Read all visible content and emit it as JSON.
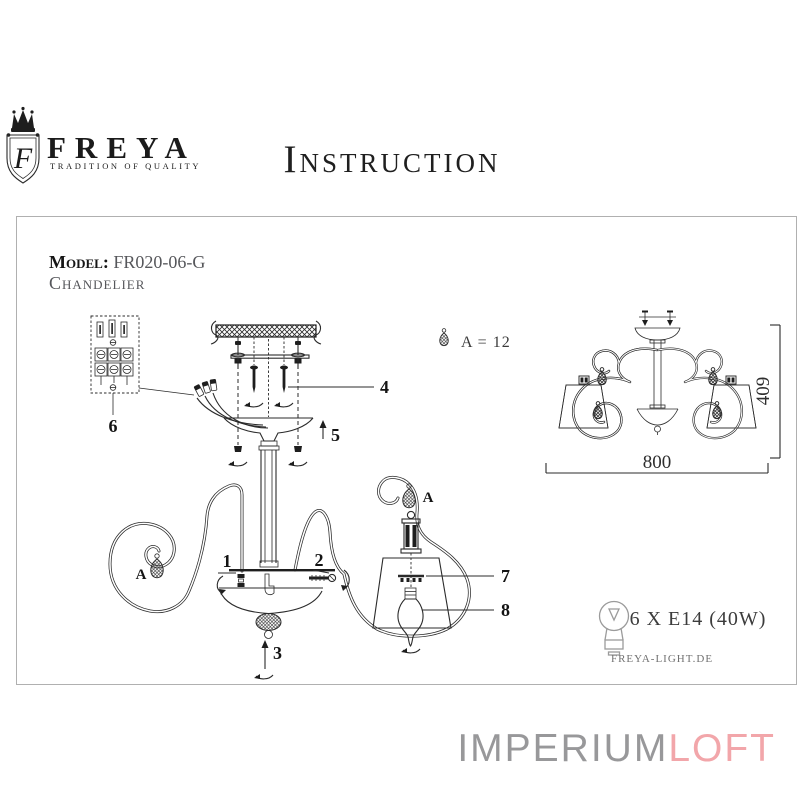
{
  "header": {
    "brand": {
      "monogram": "F",
      "name": "FREYA",
      "tagline": "TRADITION OF QUALITY"
    },
    "title": "Instruction"
  },
  "product": {
    "model_label": "Model:",
    "model_value": "FR020-06-G",
    "type": "Chandelier"
  },
  "diagram": {
    "parts": {
      "p1": "1",
      "p2": "2",
      "p3": "3",
      "p4": "4",
      "p5": "5",
      "p6": "6",
      "p7": "7",
      "p8": "8"
    },
    "crystal_label": "A",
    "crystal_note": "A = 12",
    "dim_width": "800",
    "dim_height": "409",
    "bulb_spec": "6 X E14 (40W)",
    "website": "FREYA-LIGHT.DE"
  },
  "watermark": {
    "primary": "IMPERIUM",
    "accent": "LOFT"
  },
  "colors": {
    "line": "#2b2b2b",
    "muted": "#56575b",
    "border": "#b0b0b0",
    "watermark_primary": "#98989a",
    "watermark_accent": "#f2a6aa"
  }
}
